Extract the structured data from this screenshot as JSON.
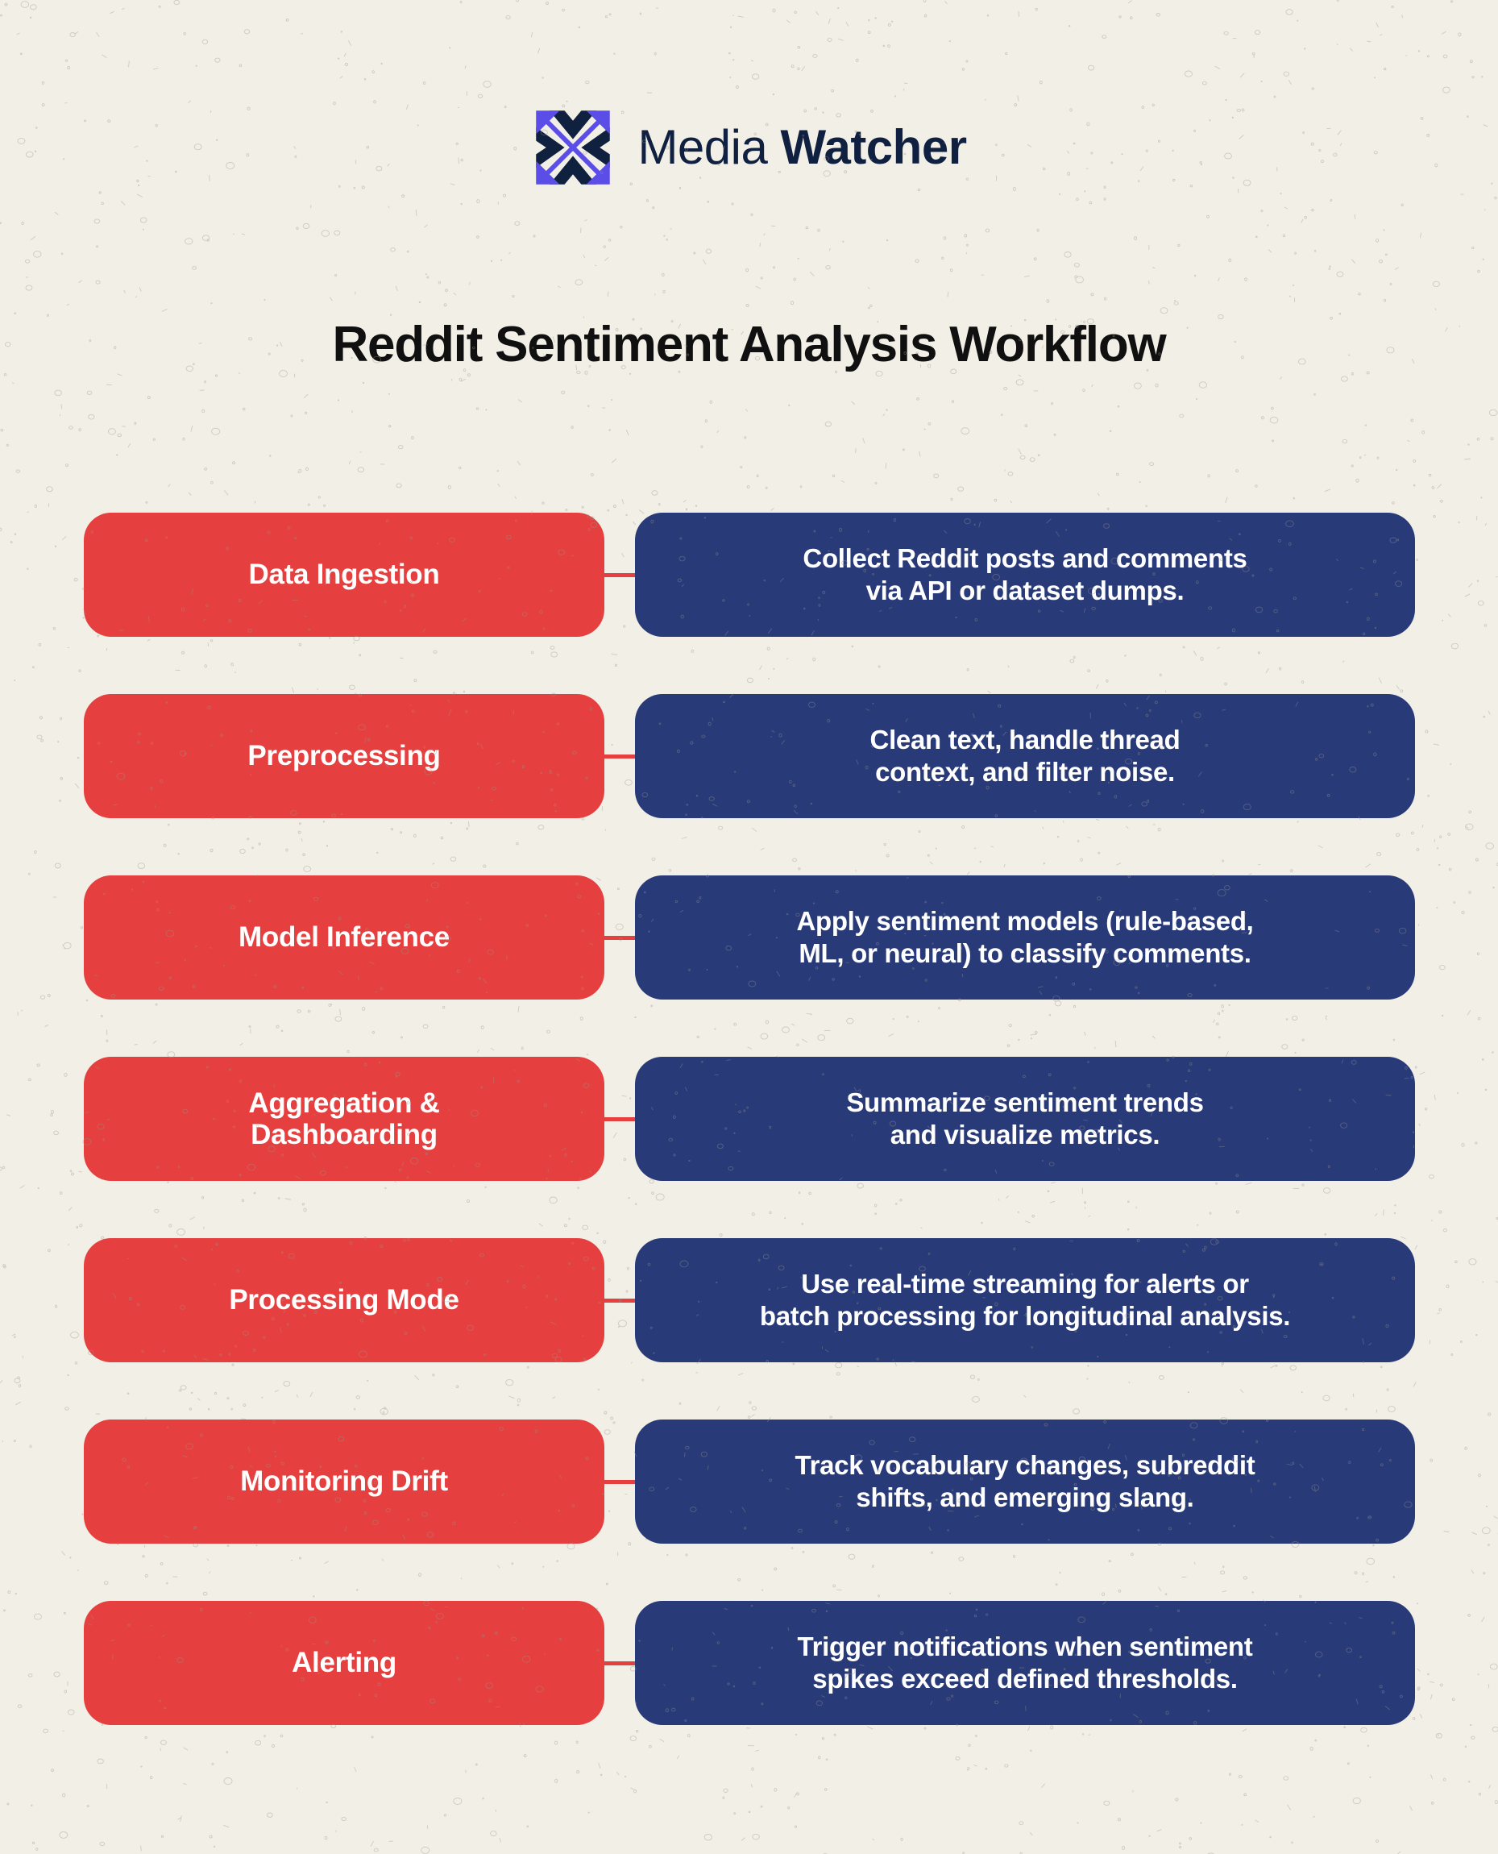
{
  "brand": {
    "logo_icon": "x-arrows-logo-icon",
    "name_light": "Media",
    "name_bold": "Watcher",
    "logo_purple": "#5b4de8",
    "logo_navy": "#10213f"
  },
  "title": "Reddit Sentiment Analysis Workflow",
  "theme": {
    "background": "#f2efe7",
    "step_color": "#e5403f",
    "description_color": "#293a78",
    "text_on_box": "#ffffff",
    "title_color": "#101010"
  },
  "flow": {
    "rows": [
      {
        "step": "Data Ingestion",
        "description": "Collect Reddit posts and comments\nvia API or dataset dumps."
      },
      {
        "step": "Preprocessing",
        "description": "Clean text, handle thread\ncontext, and filter noise."
      },
      {
        "step": "Model Inference",
        "description": "Apply sentiment models (rule-based,\nML, or neural) to classify comments."
      },
      {
        "step": "Aggregation &\nDashboarding",
        "description": "Summarize sentiment trends\nand visualize metrics."
      },
      {
        "step": "Processing Mode",
        "description": "Use real-time streaming for alerts or\nbatch processing for longitudinal analysis."
      },
      {
        "step": "Monitoring Drift",
        "description": "Track vocabulary changes, subreddit\nshifts, and emerging slang."
      },
      {
        "step": "Alerting",
        "description": "Trigger notifications when sentiment\nspikes exceed defined thresholds."
      }
    ]
  }
}
